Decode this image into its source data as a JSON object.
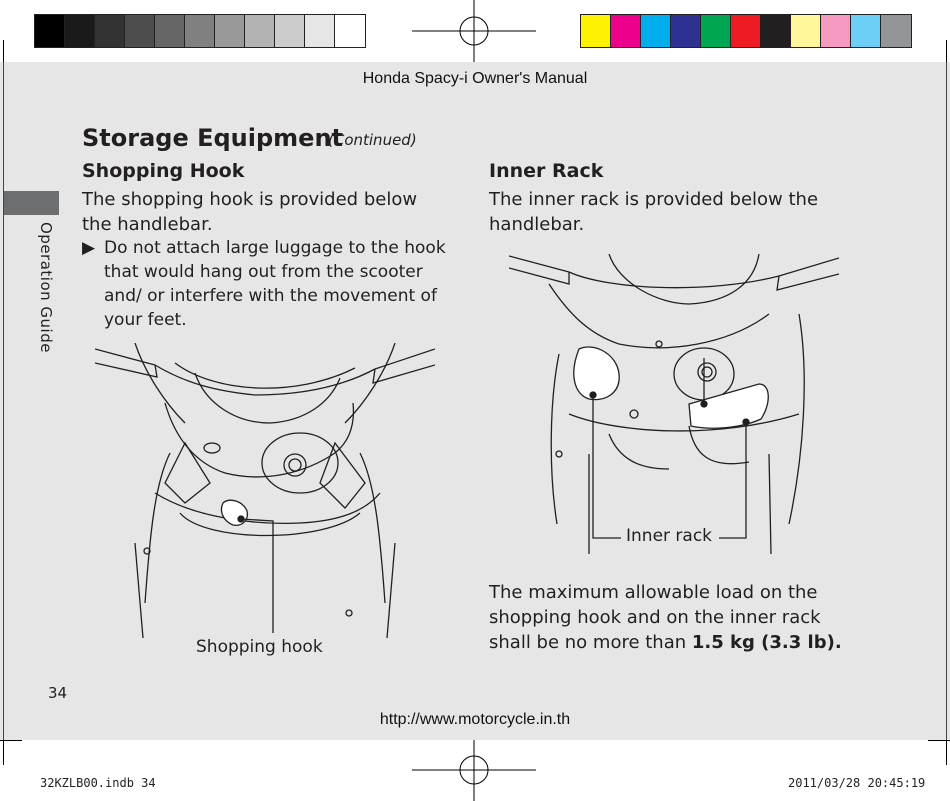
{
  "print_marks": {
    "grayscale_swatches": [
      "#000000",
      "#1a1a1a",
      "#333333",
      "#4d4d4d",
      "#666666",
      "#808080",
      "#999999",
      "#b3b3b3",
      "#cccccc",
      "#e6e6e6",
      "#ffffff"
    ],
    "color_swatches": [
      "#fff200",
      "#ec008c",
      "#00aeef",
      "#2e3192",
      "#00a651",
      "#ed1c24",
      "#231f20",
      "#fff799",
      "#f49ac1",
      "#6dcff6",
      "#939598"
    ]
  },
  "header": {
    "title": "Honda Spacy-i Owner's Manual"
  },
  "section": {
    "title": "Storage Equipment",
    "continued": "(Continued)",
    "side_tab": "Operation Guide",
    "page_number": "34"
  },
  "shopping_hook": {
    "heading": "Shopping Hook",
    "text": "The shopping hook is provided below the handlebar.",
    "note": "Do not attach large luggage to the hook that would hang out from the scooter and/ or interfere with the movement of your feet.",
    "caption": "Shopping hook"
  },
  "inner_rack": {
    "heading": "Inner Rack",
    "text": "The inner rack is provided below the handlebar.",
    "caption": "Inner rack",
    "load_text": "The maximum allowable load on the shopping hook and on the inner rack shall be no more than",
    "load_value": "1.5 kg (3.3 lb)."
  },
  "footer": {
    "url": "http://www.motorcycle.in.th",
    "file": "32KZLB00.indb   34",
    "timestamp": "2011/03/28   20:45:19"
  },
  "colors": {
    "page_bg": "#e6e6e6",
    "tab_gray": "#6d6e70",
    "text": "#231f20"
  }
}
